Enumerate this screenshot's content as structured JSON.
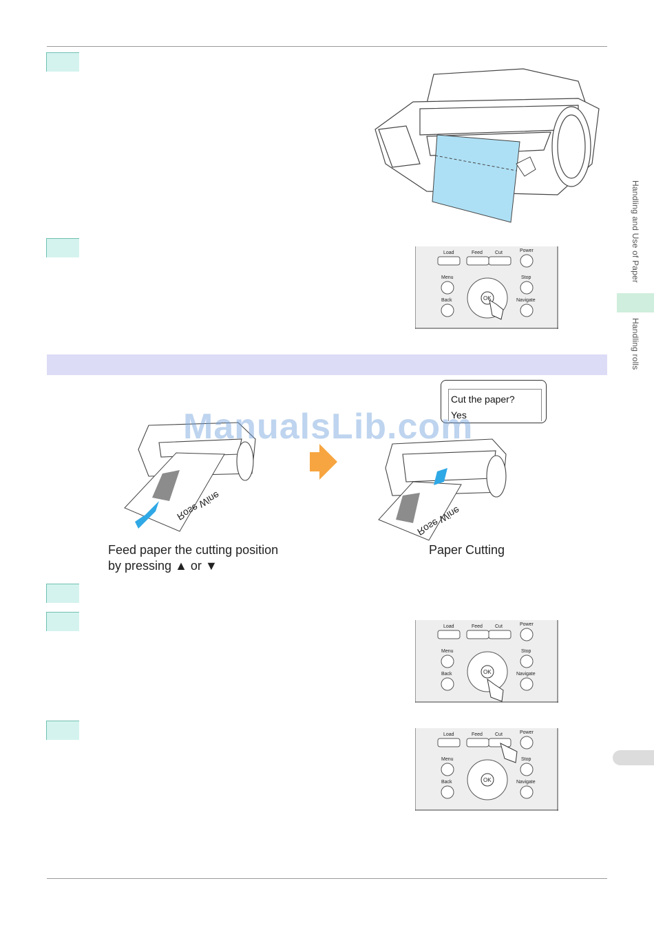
{
  "sidebar": {
    "chapter_label": "Handling and Use of Paper",
    "section_label": "Handling rolls"
  },
  "watermark": "ManualsLib.com",
  "dialog": {
    "line1": "Cut the paper?",
    "line2": "Yes"
  },
  "captions": {
    "feed": "Feed paper the cutting position",
    "pressing": "by pressing",
    "or": "or",
    "up_symbol": "▲",
    "down_symbol": "▼",
    "paper_cutting": "Paper Cutting"
  },
  "paper_label": "Rose Wine",
  "control_panel": {
    "load": "Load",
    "feed": "Feed",
    "cut": "Cut",
    "power": "Power",
    "menu": "Menu",
    "stop": "Stop",
    "back": "Back",
    "navigate": "Navigate",
    "ok": "OK"
  },
  "colors": {
    "step_tab": "#d4f3ee",
    "section_bar": "#dcdcf6",
    "side_tab": "#cfeedd",
    "paper_blue": "#aee0f5",
    "arrow_orange": "#f7a540",
    "feed_arrow_blue": "#2fa8e6"
  }
}
